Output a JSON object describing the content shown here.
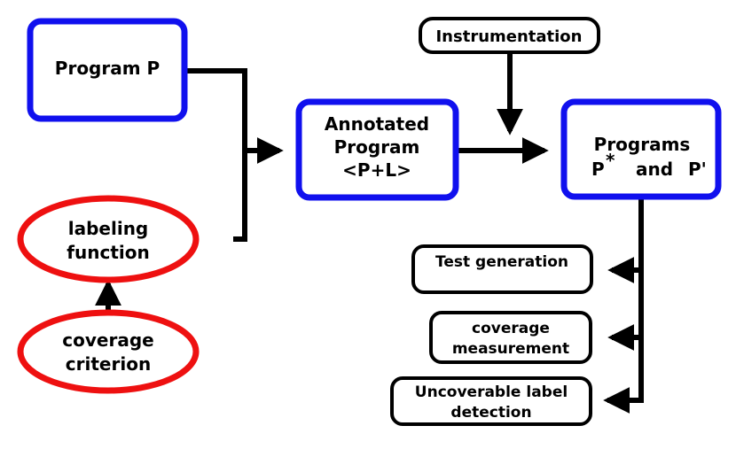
{
  "colors": {
    "program_box_border": "#1010ee",
    "criterion_ellipse_border": "#ee1010",
    "tool_box_border": "#000000",
    "arrow": "#000000",
    "background": "#ffffff"
  },
  "nodes": {
    "program_p": "Program P",
    "labeling_function": [
      "labeling",
      "function"
    ],
    "coverage_criterion": [
      "coverage",
      "criterion"
    ],
    "annotated_program": [
      "Annotated",
      "Program",
      "<P+L>"
    ],
    "instrumentation": "Instrumentation",
    "programs": {
      "line1": "Programs",
      "p": "P",
      "star": "*",
      "and": "and",
      "p_prime": "P'"
    },
    "test_generation": "Test generation",
    "coverage_measurement": [
      "coverage",
      "measurement"
    ],
    "uncoverable_label_detection": [
      "Uncoverable label",
      "detection"
    ]
  }
}
